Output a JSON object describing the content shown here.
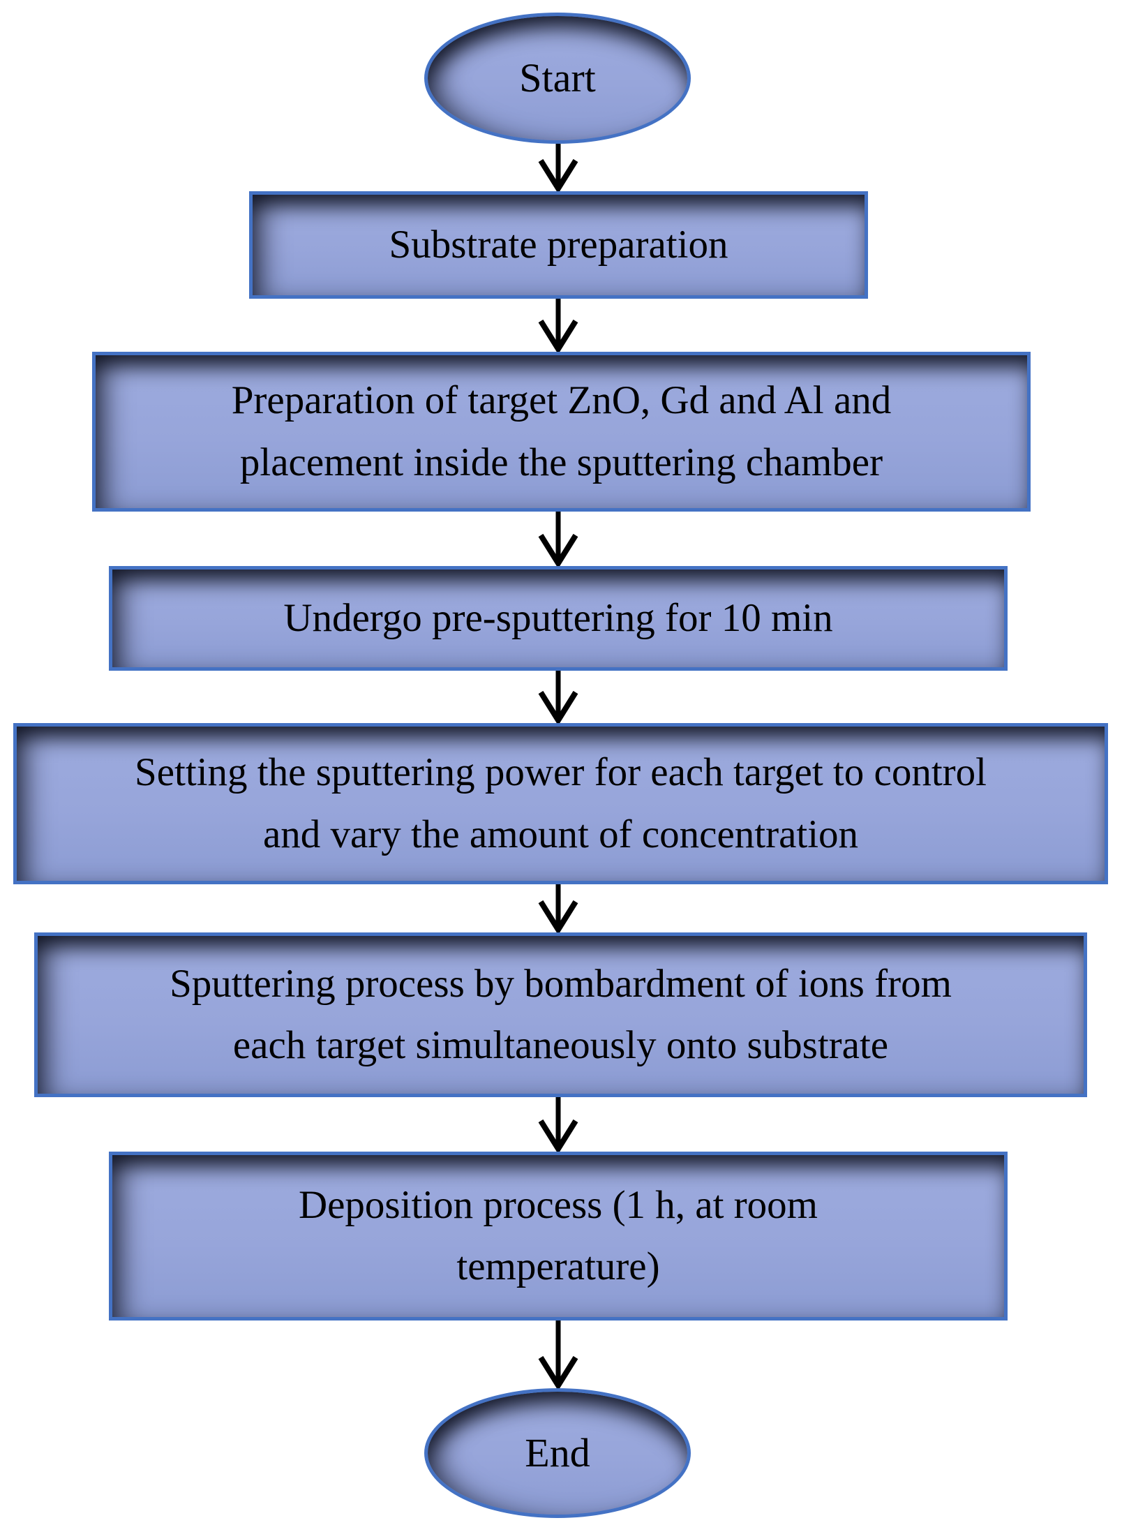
{
  "flowchart": {
    "type": "flowchart",
    "direction": "top-down",
    "nodes": [
      {
        "id": "start",
        "shape": "terminator",
        "label": "Start"
      },
      {
        "id": "substrate-preparation",
        "shape": "process",
        "label": "Substrate preparation"
      },
      {
        "id": "target-preparation",
        "shape": "process",
        "label": "Preparation of target ZnO, Gd and Al and\nplacement inside the sputtering chamber"
      },
      {
        "id": "pre-sputtering",
        "shape": "process",
        "label": "Undergo pre-sputtering for 10 min"
      },
      {
        "id": "set-sputtering-power",
        "shape": "process",
        "label": "Setting the sputtering power for each target to control\nand vary the amount of concentration"
      },
      {
        "id": "sputtering-process",
        "shape": "process",
        "label": "Sputtering process by bombardment of ions from\neach target simultaneously onto substrate"
      },
      {
        "id": "deposition-process",
        "shape": "process",
        "label": "Deposition process (1 h, at room\ntemperature)"
      },
      {
        "id": "end",
        "shape": "terminator",
        "label": "End"
      }
    ],
    "edges": [
      {
        "from": "start",
        "to": "substrate-preparation"
      },
      {
        "from": "substrate-preparation",
        "to": "target-preparation"
      },
      {
        "from": "target-preparation",
        "to": "pre-sputtering"
      },
      {
        "from": "pre-sputtering",
        "to": "set-sputtering-power"
      },
      {
        "from": "set-sputtering-power",
        "to": "sputtering-process"
      },
      {
        "from": "sputtering-process",
        "to": "deposition-process"
      },
      {
        "from": "deposition-process",
        "to": "end"
      }
    ],
    "colors": {
      "node_border": "#4472C4",
      "node_fill_top": "#9DABDE",
      "node_fill_bottom": "#8C9CD3",
      "arrow": "#000000",
      "text": "#000000",
      "background": "#FFFFFF"
    }
  }
}
